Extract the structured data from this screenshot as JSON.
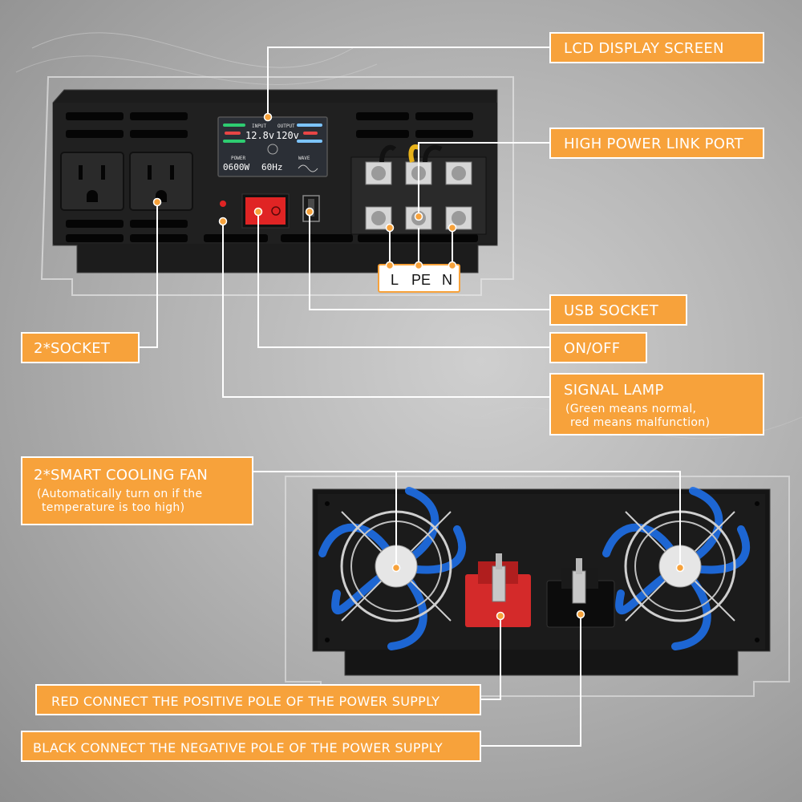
{
  "labels": {
    "lcd": "LCD DISPLAY SCREEN",
    "link_port": "HIGH POWER LINK PORT",
    "usb": "USB SOCKET",
    "on_off": "ON/OFF",
    "signal_lamp": "SIGNAL LAMP",
    "signal_lamp_note_1": "(Green means normal,",
    "signal_lamp_note_2": "red means malfunction)",
    "socket": "2*SOCKET",
    "fan": "2*SMART COOLING FAN",
    "fan_note_1": "(Automatically turn on if the",
    "fan_note_2": "temperature is too high)",
    "red_pole": "RED CONNECT THE POSITIVE POLE OF THE POWER SUPPLY",
    "black_pole": "BLACK CONNECT THE NEGATIVE POLE OF THE POWER SUPPLY"
  },
  "lcd": {
    "input_label": "INPUT",
    "output_label": "OUTPUT",
    "input_voltage": "12.8v",
    "output_voltage": "120v",
    "power_label": "POWER",
    "wave_label": "WAVE",
    "power_value": "0600W",
    "frequency_value": "60Hz"
  },
  "terminals": {
    "l": "L",
    "pe": "PE",
    "n": "N"
  },
  "colors": {
    "callout": "#f7a23b",
    "device_body": "#1c1c1c",
    "switch_red": "#e02424",
    "fan_blue": "#1e6fe8",
    "positive_terminal": "#d42a2a"
  }
}
